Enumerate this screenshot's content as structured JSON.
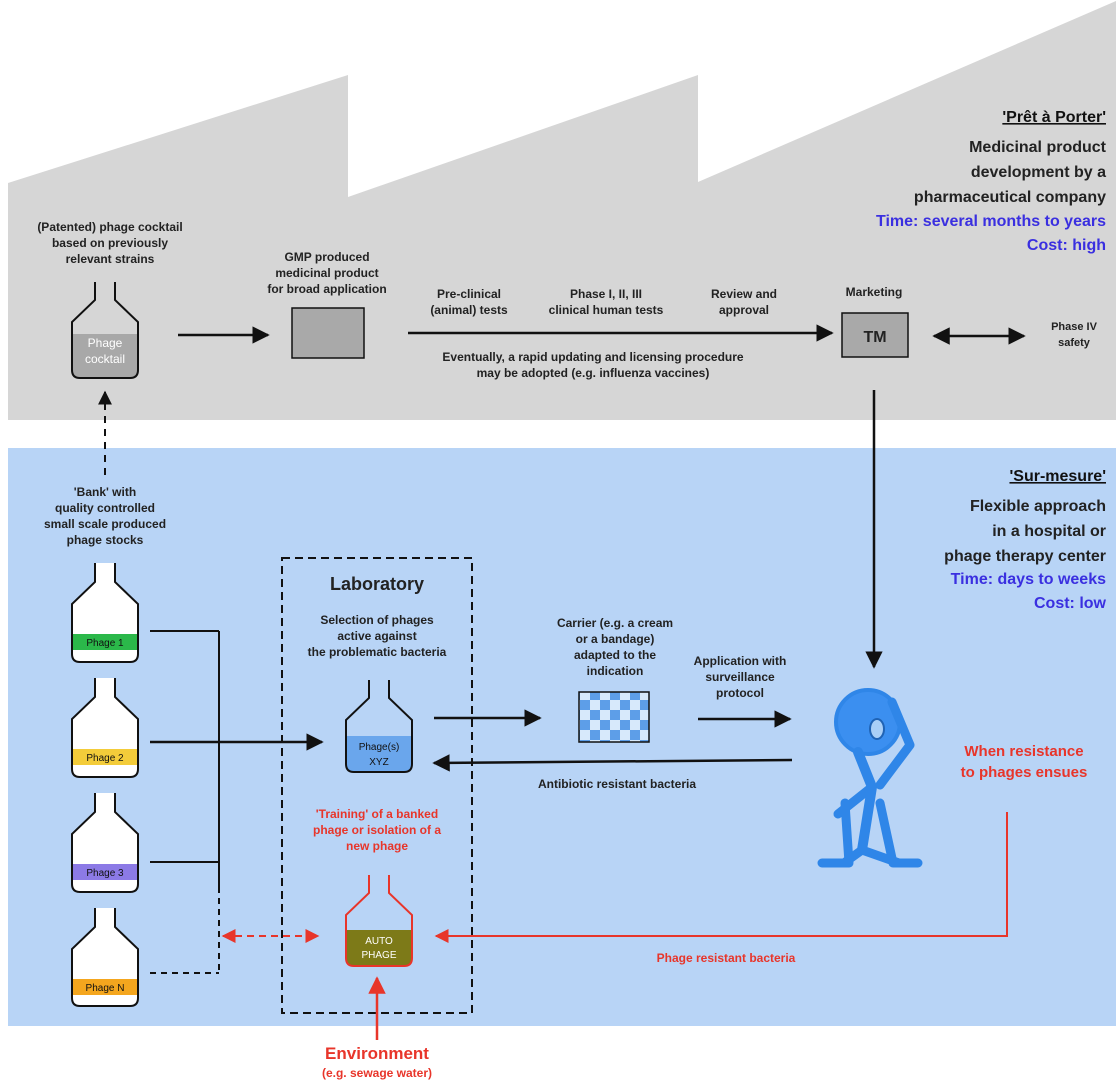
{
  "colors": {
    "gray_zone": "#d6d6d6",
    "blue_zone": "#b8d4f6",
    "accent_blue": "#3a2fe0",
    "red": "#e8352a",
    "person_blue": "#2f86e8",
    "phage1": "#2bb84a",
    "phage2": "#f3cc3a",
    "phage3": "#8c7ae6",
    "phageN": "#f4a61e",
    "phage_xyz": "#6aa6ec",
    "auto_phage": "#7d7a18"
  },
  "pret": {
    "title": "'Prêt à Porter'",
    "lines": [
      "Medicinal product",
      "development by a",
      "pharmaceutical company"
    ],
    "time": "Time: several months to years",
    "cost": "Cost: high"
  },
  "sur": {
    "title": "'Sur-mesure'",
    "lines": [
      "Flexible approach",
      "in a hospital or",
      "phage therapy center"
    ],
    "time": "Time: days to weeks",
    "cost": "Cost: low"
  },
  "top": {
    "cocktail_caption": [
      "(Patented) phage cocktail",
      "based on previously",
      "relevant strains"
    ],
    "cocktail_label": [
      "Phage",
      "cocktail"
    ],
    "gmp_caption": [
      "GMP produced",
      "medicinal product",
      "for broad application"
    ],
    "preclinical": [
      "Pre-clinical",
      "(animal) tests"
    ],
    "phases": [
      "Phase I, II, III",
      "clinical human tests"
    ],
    "review": [
      "Review and",
      "approval"
    ],
    "eventually": [
      "Eventually, a rapid updating and licensing procedure",
      "may be adopted (e.g. influenza vaccines)"
    ],
    "marketing": "Marketing",
    "tm": "TM",
    "phase_iv": [
      "Phase IV",
      "safety"
    ]
  },
  "bank": {
    "caption": [
      "'Bank' with",
      "quality controlled",
      "small scale produced",
      "phage stocks"
    ],
    "bottles": [
      "Phage 1",
      "Phage 2",
      "Phage 3",
      "Phage N"
    ]
  },
  "lab": {
    "title": "Laboratory",
    "selection": [
      "Selection of phages",
      "active against",
      "the problematic bacteria"
    ],
    "xyz_label": [
      "Phage(s)",
      "XYZ"
    ],
    "training": [
      "'Training' of a banked",
      "phage or isolation of a",
      "new phage"
    ],
    "auto_label": [
      "AUTO",
      "PHAGE"
    ]
  },
  "carrier": [
    "Carrier (e.g. a cream",
    "or a bandage)",
    "adapted to the",
    "indication"
  ],
  "application": [
    "Application with",
    "surveillance",
    "protocol"
  ],
  "antibiotic_resistant": "Antibiotic resistant bacteria",
  "resistance": [
    "When resistance",
    "to phages ensues"
  ],
  "phage_resistant": "Phage resistant bacteria",
  "environment": {
    "title": "Environment",
    "sub": "(e.g. sewage water)"
  }
}
